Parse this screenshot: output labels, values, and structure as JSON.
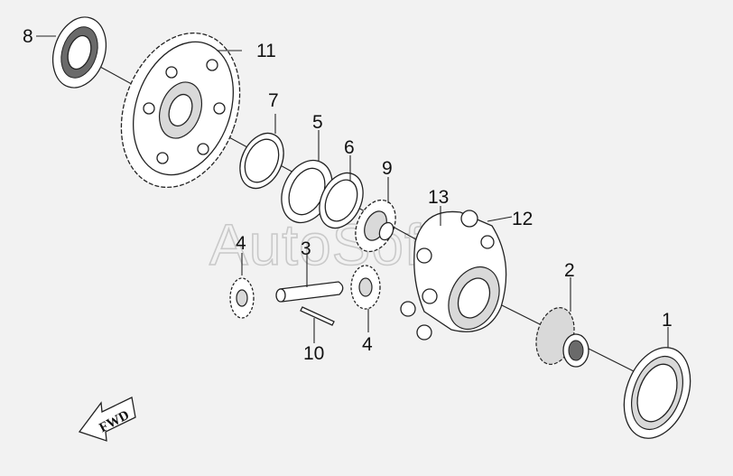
{
  "watermark": "AutoSoft",
  "fwd_label": "FWD",
  "callouts": [
    {
      "id": "1",
      "text": "1"
    },
    {
      "id": "2",
      "text": "2"
    },
    {
      "id": "3",
      "text": "3"
    },
    {
      "id": "4a",
      "text": "4"
    },
    {
      "id": "4b",
      "text": "4"
    },
    {
      "id": "5",
      "text": "5"
    },
    {
      "id": "6",
      "text": "6"
    },
    {
      "id": "7",
      "text": "7"
    },
    {
      "id": "8",
      "text": "8"
    },
    {
      "id": "9",
      "text": "9"
    },
    {
      "id": "10",
      "text": "10"
    },
    {
      "id": "11",
      "text": "11"
    },
    {
      "id": "12",
      "text": "12"
    },
    {
      "id": "13",
      "text": "13"
    }
  ]
}
